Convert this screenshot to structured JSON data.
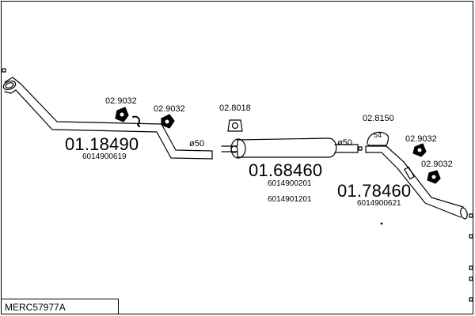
{
  "model_code": "MERC57977A",
  "parts": {
    "front_pipe": {
      "number": "01.18490",
      "oe_codes": [
        "6014900619"
      ]
    },
    "middle_silencer": {
      "number": "01.68460",
      "oe_codes": [
        "6014900201",
        "6014901201"
      ]
    },
    "rear_pipe": {
      "number": "01.78460",
      "oe_codes": [
        "6014900621"
      ]
    }
  },
  "accessories": {
    "hanger_1": "02.9032",
    "hanger_2": "02.9032",
    "bracket_mid": "02.8018",
    "bracket_rear": "02.8150",
    "hanger_3": "02.9032",
    "hanger_4": "02.9032"
  },
  "diameters": {
    "front_joint": "ø50",
    "rear_joint": "ø50"
  },
  "bracket_rear_label": "54"
}
